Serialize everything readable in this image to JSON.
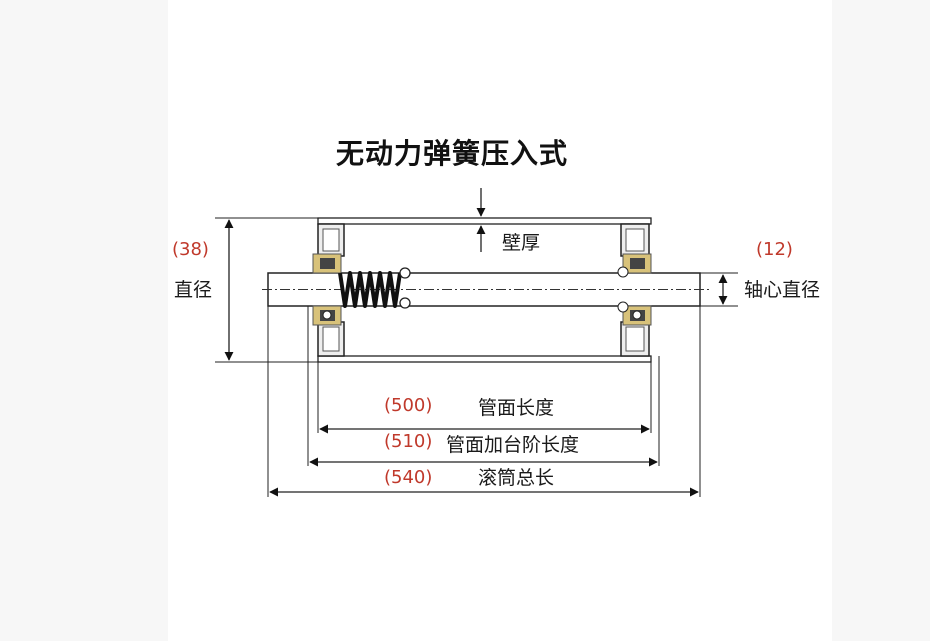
{
  "title": "无动力弹簧压入式",
  "labels": {
    "wall_thickness": "壁厚",
    "diameter": "直径",
    "diameter_value": "(38)",
    "shaft_diameter": "轴心直径",
    "shaft_diameter_value": "(12)",
    "tube_length": "管面长度",
    "tube_length_value": "(500)",
    "tube_step_length": "管面加台阶长度",
    "tube_step_length_value": "(510)",
    "total_length": "滚筒总长",
    "total_length_value": "(540)"
  },
  "colors": {
    "line": "#111111",
    "dim_value": "#c0392b",
    "bearing": "#d8c27a"
  }
}
